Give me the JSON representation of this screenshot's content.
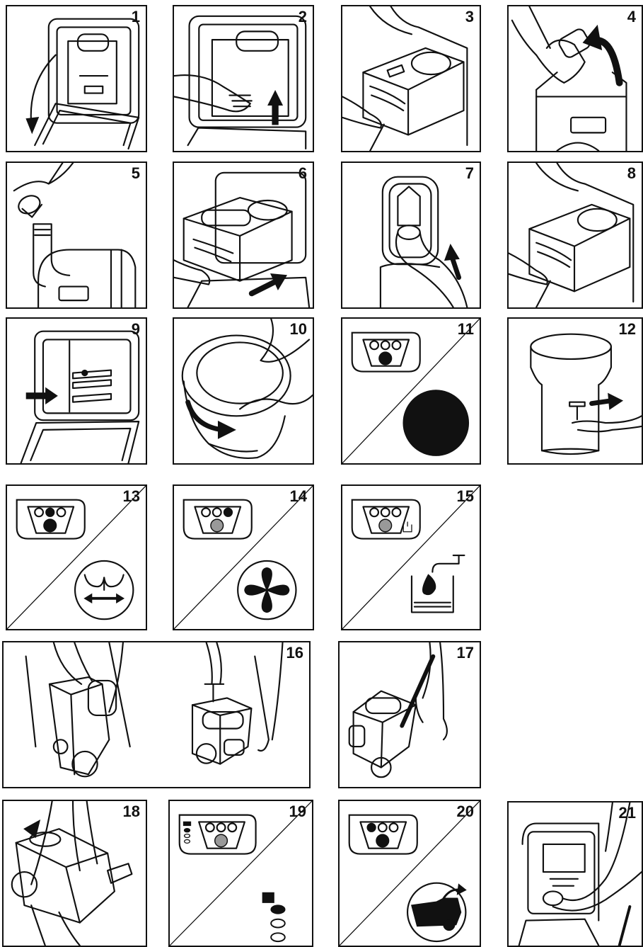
{
  "colors": {
    "ink": "#111111",
    "paper": "#ffffff",
    "indicator_grey": "#999999"
  },
  "panels": [
    {
      "number": "1",
      "icon": "open-door-arrow-icon"
    },
    {
      "number": "2",
      "icon": "hand-lift-up-icon"
    },
    {
      "number": "3",
      "icon": "pull-out-tank-icon"
    },
    {
      "number": "4",
      "icon": "rotate-spout-icon"
    },
    {
      "number": "5",
      "icon": "remove-cap-icon"
    },
    {
      "number": "6",
      "icon": "insert-tank-icon"
    },
    {
      "number": "7",
      "icon": "hose-fill-icon"
    },
    {
      "number": "8",
      "icon": "push-in-tank-icon"
    },
    {
      "number": "9",
      "icon": "slide-lock-icon"
    },
    {
      "number": "10",
      "icon": "rotate-bowl-icon"
    },
    {
      "number": "11",
      "icon": "indicator-full-icon"
    },
    {
      "number": "12",
      "icon": "pull-valve-icon"
    },
    {
      "number": "13",
      "icon": "indicator-valve-icon"
    },
    {
      "number": "14",
      "icon": "indicator-fan-icon"
    },
    {
      "number": "15",
      "icon": "indicator-water-icon"
    },
    {
      "number": "16",
      "icon": "carry-tank-icon"
    },
    {
      "number": "17",
      "icon": "roll-tank-icon"
    },
    {
      "number": "18",
      "icon": "empty-tank-icon"
    },
    {
      "number": "19",
      "icon": "indicator-level-icon"
    },
    {
      "number": "20",
      "icon": "indicator-empty-icon"
    },
    {
      "number": "21",
      "icon": "replace-tank-icon"
    }
  ]
}
